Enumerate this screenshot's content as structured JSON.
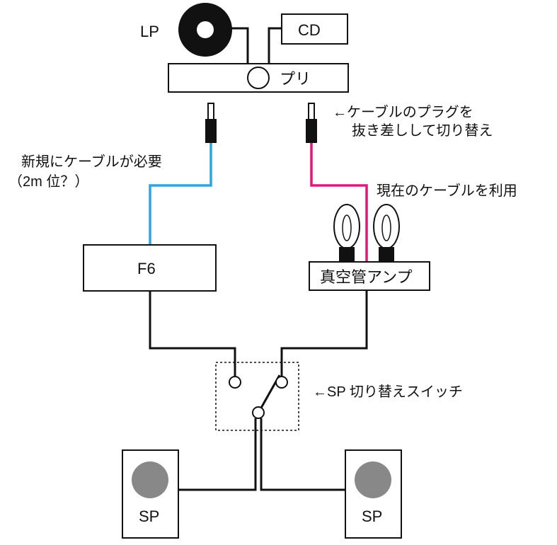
{
  "labels": {
    "lp": "LP",
    "cd": "CD",
    "pre": "プリ",
    "plug_note_line1": "←ケーブルのプラグを",
    "plug_note_line2": "抜き差しして切り替え",
    "new_cable_line1": "新規にケーブルが必要",
    "new_cable_line2": "（2m 位？）",
    "existing_cable": "現在のケーブルを利用",
    "f6": "F6",
    "tube_amp": "真空管アンプ",
    "switch_note": "←SP 切り替えスイッチ",
    "sp_left": "SP",
    "sp_right": "SP"
  },
  "colors": {
    "line": "#111111",
    "new_cable": "#2aa6e0",
    "existing_cable": "#e0187c",
    "speaker_cone": "#888888"
  }
}
